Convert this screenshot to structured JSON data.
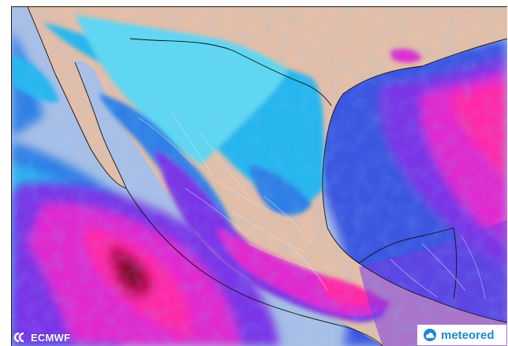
{
  "map": {
    "region": "Mexico",
    "colors": {
      "land": "#e3bea8",
      "ocean_base": "#a9bfe6",
      "light_cyan": "#5fd7f2",
      "cyan": "#27b6ee",
      "blue": "#2f7fe6",
      "deep_blue": "#3a56e0",
      "violet": "#7a36e6",
      "purple": "#a12ee0",
      "magenta": "#e02bcf",
      "hot_pink": "#ff2ba8",
      "crimson": "#c2105a",
      "dark_red": "#7a0c2c",
      "borders": "#111111",
      "state_lines": "#e8e8ee"
    }
  },
  "logos": {
    "ecmwf": {
      "text": "ECMWF",
      "icon": "ecmwf-logo-icon"
    },
    "meteored": {
      "text": "meteored",
      "icon": "meteored-cloud-icon"
    }
  }
}
